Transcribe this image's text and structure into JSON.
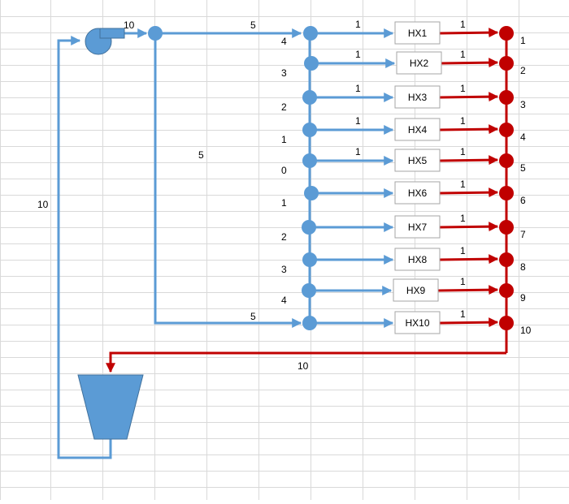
{
  "colors": {
    "supply": "#5b9bd5",
    "return": "#c00000",
    "grid": "#d9d9d9",
    "box_border": "#a6a6a6"
  },
  "equipment": {
    "pump_icon": "centrifugal-pump-icon",
    "tank_icon": "tank-icon"
  },
  "header": {
    "pump_outlet_flow": "10",
    "top_branch_flow": "5",
    "bottom_branch_flow": "5",
    "riser_branch_flow": "5",
    "pump_suction_flow": "10",
    "return_main_flow": "10"
  },
  "rows": [
    {
      "hx": "HX1",
      "supply_flow": "1",
      "return_flow": "1",
      "return_label": "1",
      "riser_label": "4"
    },
    {
      "hx": "HX2",
      "supply_flow": "1",
      "return_flow": "1",
      "return_label": "2",
      "riser_label": "3"
    },
    {
      "hx": "HX3",
      "supply_flow": "1",
      "return_flow": "1",
      "return_label": "3",
      "riser_label": "2"
    },
    {
      "hx": "HX4",
      "supply_flow": "1",
      "return_flow": "1",
      "return_label": "4",
      "riser_label": "1"
    },
    {
      "hx": "HX5",
      "supply_flow": "1",
      "return_flow": "1",
      "return_label": "5",
      "riser_label": "0"
    },
    {
      "hx": "HX6",
      "supply_flow": "",
      "return_flow": "1",
      "return_label": "6",
      "riser_label": "1"
    },
    {
      "hx": "HX7",
      "supply_flow": "",
      "return_flow": "1",
      "return_label": "7",
      "riser_label": "2"
    },
    {
      "hx": "HX8",
      "supply_flow": "",
      "return_flow": "1",
      "return_label": "8",
      "riser_label": "3"
    },
    {
      "hx": "HX9",
      "supply_flow": "",
      "return_flow": "1",
      "return_label": "9",
      "riser_label": "4"
    },
    {
      "hx": "HX10",
      "supply_flow": "",
      "return_flow": "1",
      "return_label": "10",
      "riser_label": ""
    }
  ]
}
